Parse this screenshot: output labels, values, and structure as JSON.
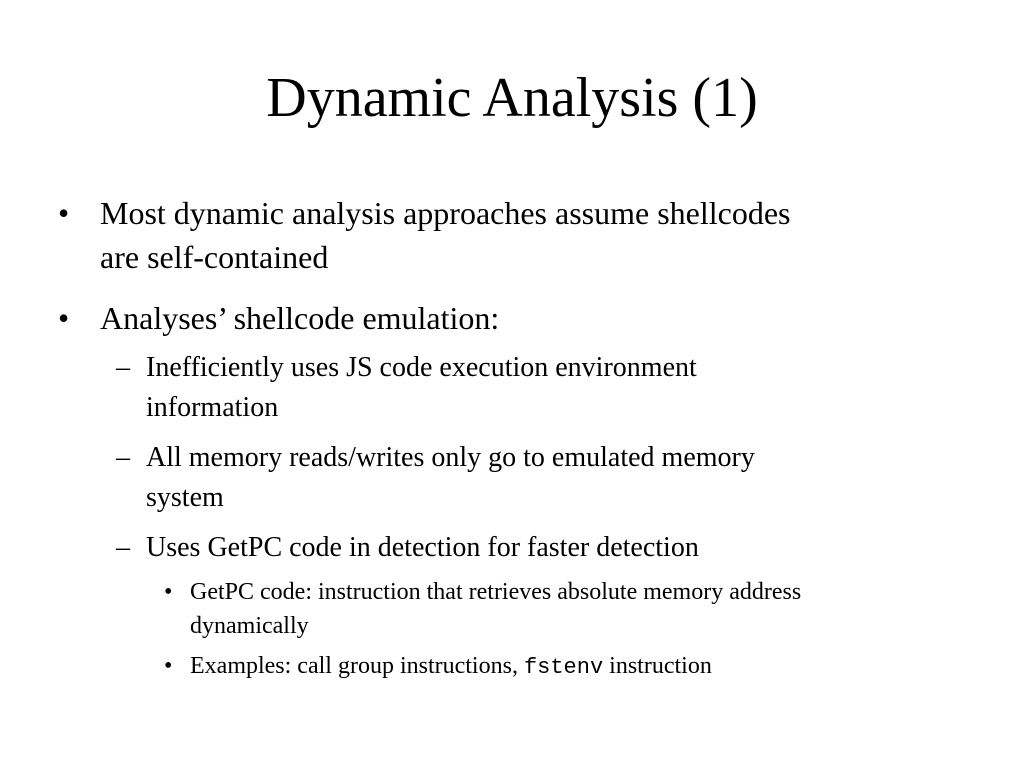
{
  "slide": {
    "title": "Dynamic Analysis (1)",
    "bullets": {
      "b1": {
        "marker": "•",
        "line1": "Most dynamic analysis approaches assume shellcodes",
        "line2": "are self-contained"
      },
      "b2": {
        "marker": "•",
        "text": "Analyses’ shellcode emulation:"
      },
      "b2_1": {
        "marker": "–",
        "line1": "Inefficiently uses JS code execution environment",
        "line2": "information"
      },
      "b2_2": {
        "marker": "–",
        "line1": "All memory reads/writes only go to emulated memory",
        "line2": "system"
      },
      "b2_3": {
        "marker": "–",
        "text": "Uses GetPC code in detection for faster detection"
      },
      "b2_3_1": {
        "marker": "•",
        "line1": "GetPC code: instruction that retrieves absolute memory address",
        "line2": "dynamically"
      },
      "b2_3_2": {
        "marker": "•",
        "prefix": "Examples: call group instructions, ",
        "code": "fstenv",
        "suffix": " instruction"
      }
    }
  }
}
